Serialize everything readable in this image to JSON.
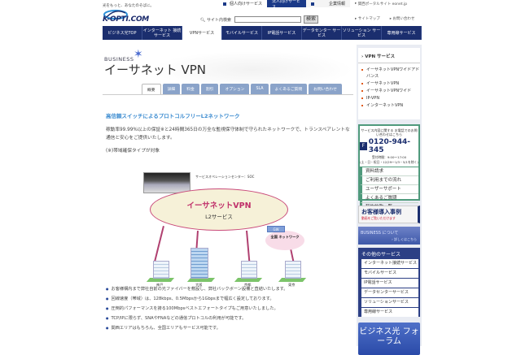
{
  "header": {
    "tagline": "光をもっと、あなたのそばに。",
    "logo": "K-OPTI.COM",
    "top_links": [
      {
        "label": "個人向けサービス"
      },
      {
        "label": "法人向けサービス"
      },
      {
        "label": "企業情報"
      }
    ],
    "portal_link": "関西ポータルサイト eonet.jp",
    "search": {
      "label": "サイト内検索",
      "value": "",
      "button": "検索"
    },
    "sub_links": [
      "サイトマップ",
      "お問い合わせ"
    ]
  },
  "global_nav": [
    "ビジネス光TOP",
    "インターネット 接続サービス",
    "VPNサービス",
    "モバイルサービス",
    "IP電話サービス",
    "データセンター サービス",
    "ソリューション サービス",
    "専用線サービス"
  ],
  "main": {
    "brand": "BUSINESS",
    "title": "イーサネット VPN",
    "tabs": [
      "概要",
      "詳細",
      "料金",
      "割引",
      "オプション",
      "SLA",
      "よくあるご質問",
      "お問い合わせ"
    ],
    "active_tab": "概要",
    "heading": "高信頼スイッチによるプロトコルフリーL2ネットワーク",
    "paragraph": "稼動率99.99%以上の保証※と24時間365日の万全な監視保守体制で守られたネットワークで、トランスペアレントな通信と安心をご提供いたします。",
    "note": "(※)帯域確保タイプが対象",
    "diagram": {
      "soc_label": "サービスオペレーションセンター：SOC",
      "title": "イーサネットVPN",
      "subtitle": "L2サービス",
      "gw": "GW",
      "cloud": "全国 ネットワーク",
      "cities": [
        "神戸",
        "大阪",
        "京都",
        "東京"
      ]
    },
    "bullets": [
      "お客様構内まで弊社自前の光ファイバーを敷設し、弊社バックボーン設備と直結いたします。",
      "回線速度（帯域）は、128kbps、0.5Mbpsから1Gbpsまで幅広く設定しております。",
      "圧倒的パフォーマンスを誇る100Mbpsベストエフォートタイプもご用意いたしました。",
      "TCP/IPに限らず、SNAやFNAなどの通信プロトコルの利用が可能です。",
      "関西エリアはもちろん、全国エリアもサービス可能です。"
    ]
  },
  "sidebar": {
    "vpn_heading": "VPN サービス",
    "vpn_items": [
      "イーサネットVPNワイドアドバンス",
      "イーサネットVPN",
      "イーサネットVPNワイド",
      "IP-VPN",
      "インターネットVPN"
    ],
    "contact": {
      "intro": "サービス内容に関する お電話でのお問い合わせはこちら",
      "badge": "F",
      "phone": "0120-944-345",
      "hours": "受付時間：9:00〜17:00",
      "closed": "(土・日・祝日・12/29〜1/3・5/1を除く)",
      "links": [
        "資料請求",
        "ご利用までの流れ",
        "ユーザーサポート",
        "よくあるご質問",
        "契約約款一覧"
      ]
    },
    "case": {
      "title": "お客様導入事例",
      "sub": "動画をご覧いただけます"
    },
    "business": {
      "title": "BUSINESS について",
      "link": "詳しくはこちら"
    },
    "other": {
      "heading": "その他のサービス",
      "items": [
        "インターネット接続サービス",
        "モバイルサービス",
        "IP電話サービス",
        "データセンターサービス",
        "ソリューションサービス",
        "専用線サービス"
      ]
    },
    "forum": "ビジネス光 フォーラム"
  },
  "colors": {
    "navy": "#1b2e6e",
    "link_blue": "#3b8bd0",
    "accent_pink": "#c0306a",
    "green": "#4f9a7c"
  }
}
